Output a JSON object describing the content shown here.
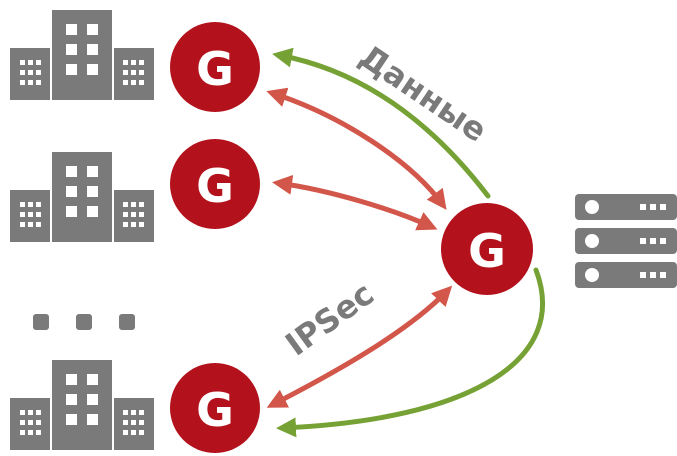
{
  "colors": {
    "gateway_fill": "#b3121c",
    "gateway_text": "#ffffff",
    "building": "#7a7a7a",
    "server": "#7a7a7a",
    "ipsec_link": "#d2564a",
    "data_link": "#76a135",
    "label": "#7a7a7a"
  },
  "gateway_letter": "G",
  "labels": {
    "data": "Данные",
    "ipsec": "IPSec"
  },
  "ellipsis": "• • •",
  "icons": {
    "branch": "office-building-icon",
    "server": "server-rack-icon"
  }
}
